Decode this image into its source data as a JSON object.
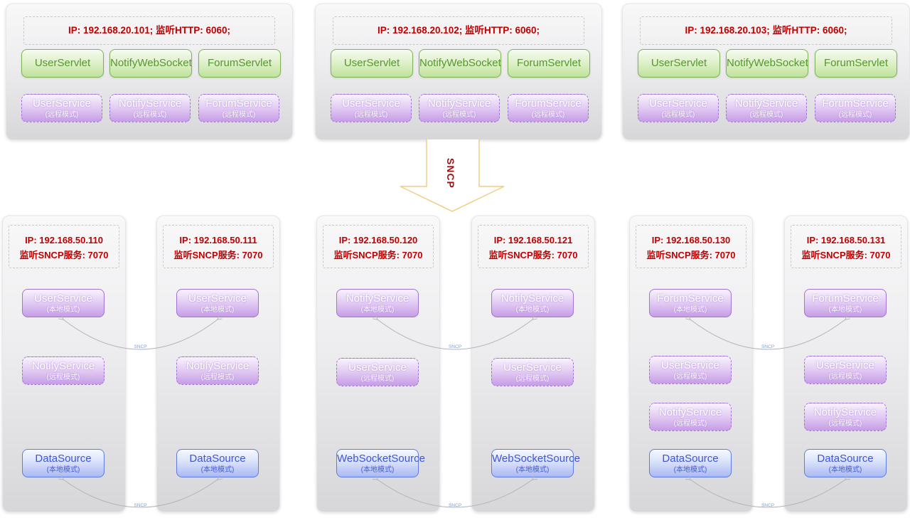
{
  "palette": {
    "ip_text": "#c00000",
    "servlet_green": "#55972e",
    "service_purple_border": "#9e74d4",
    "datasource_blue": "#3f55d4",
    "connector_gray": "#b3b3bc",
    "connector_label_blue": "#7e9fd0",
    "arrow_outline": "#f1cd84"
  },
  "arrow": {
    "label": "SNCP"
  },
  "connector_label": "SNCP",
  "top_servers": [
    {
      "ip": "IP: 192.168.20.101;  监听HTTP: 6060;",
      "servlets": [
        "UserServlet",
        "NotifyWebSocket",
        "ForumServlet"
      ],
      "services": [
        {
          "name": "UserService",
          "mode": "(远程模式)"
        },
        {
          "name": "NotifyService",
          "mode": "(远程模式)"
        },
        {
          "name": "ForumService",
          "mode": "(远程模式)"
        }
      ]
    },
    {
      "ip": "IP: 192.168.20.102;  监听HTTP: 6060;",
      "servlets": [
        "UserServlet",
        "NotifyWebSocket",
        "ForumServlet"
      ],
      "services": [
        {
          "name": "UserService",
          "mode": "(远程模式)"
        },
        {
          "name": "NotifyService",
          "mode": "(远程模式)"
        },
        {
          "name": "ForumService",
          "mode": "(远程模式)"
        }
      ]
    },
    {
      "ip": "IP: 192.168.20.103;  监听HTTP: 6060;",
      "servlets": [
        "UserServlet",
        "NotifyWebSocket",
        "ForumServlet"
      ],
      "services": [
        {
          "name": "UserService",
          "mode": "(远程模式)"
        },
        {
          "name": "NotifyService",
          "mode": "(远程模式)"
        },
        {
          "name": "ForumService",
          "mode": "(远程模式)"
        }
      ]
    }
  ],
  "bottom_nodes": [
    {
      "ip": "IP: 192.168.50.110",
      "listen": "监听SNCP服务: 7070",
      "services": [
        {
          "name": "UserService",
          "mode": "(本地模式)"
        },
        {
          "name": "NotifyService",
          "mode": "(远程模式)"
        },
        {
          "name": "DataSource",
          "mode": "(本地模式)"
        }
      ]
    },
    {
      "ip": "IP: 192.168.50.111",
      "listen": "监听SNCP服务: 7070",
      "services": [
        {
          "name": "UserService",
          "mode": "(本地模式)"
        },
        {
          "name": "NotifyService",
          "mode": "(远程模式)"
        },
        {
          "name": "DataSource",
          "mode": "(本地模式)"
        }
      ]
    },
    {
      "ip": "IP: 192.168.50.120",
      "listen": "监听SNCP服务: 7070",
      "services": [
        {
          "name": "NotifyService",
          "mode": "(本地模式)"
        },
        {
          "name": "UserService",
          "mode": "(远程模式)"
        },
        {
          "name": "WebSocketSource",
          "mode": "(本地模式)"
        }
      ]
    },
    {
      "ip": "IP: 192.168.50.121",
      "listen": "监听SNCP服务: 7070",
      "services": [
        {
          "name": "NotifyService",
          "mode": "(本地模式)"
        },
        {
          "name": "UserService",
          "mode": "(远程模式)"
        },
        {
          "name": "WebSocketSource",
          "mode": "(本地模式)"
        }
      ]
    },
    {
      "ip": "IP: 192.168.50.130",
      "listen": "监听SNCP服务: 7070",
      "services": [
        {
          "name": "ForumService",
          "mode": "(本地模式)"
        },
        {
          "name": "UserService",
          "mode": "(远程模式)"
        },
        {
          "name": "NotifyService",
          "mode": "(远程模式)"
        },
        {
          "name": "DataSource",
          "mode": "(本地模式)"
        }
      ]
    },
    {
      "ip": "IP: 192.168.50.131",
      "listen": "监听SNCP服务: 7070",
      "services": [
        {
          "name": "ForumService",
          "mode": "(本地模式)"
        },
        {
          "name": "UserService",
          "mode": "(远程模式)"
        },
        {
          "name": "NotifyService",
          "mode": "(远程模式)"
        },
        {
          "name": "DataSource",
          "mode": "(本地模式)"
        }
      ]
    }
  ]
}
